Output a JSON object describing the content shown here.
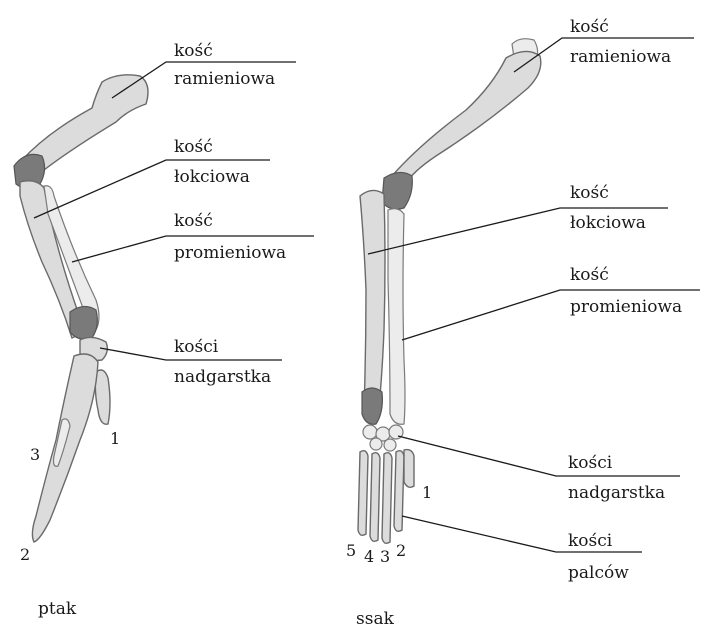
{
  "bird": {
    "caption": "ptak",
    "labels": {
      "humerus": [
        "kość",
        "ramieniowa"
      ],
      "ulna": [
        "kość",
        "łokciowa"
      ],
      "radius": [
        "kość",
        "promieniowa"
      ],
      "carpals": [
        "kości",
        "nadgarstka"
      ]
    },
    "digits": [
      "1",
      "2",
      "3"
    ]
  },
  "mammal": {
    "caption": "ssak",
    "labels": {
      "humerus": [
        "kość",
        "ramieniowa"
      ],
      "ulna": [
        "kość",
        "łokciowa"
      ],
      "radius": [
        "kość",
        "promieniowa"
      ],
      "carpals": [
        "kości",
        "nadgarstka"
      ],
      "phalanges": [
        "kości",
        "palców"
      ]
    },
    "digits": [
      "1",
      "2",
      "3",
      "4",
      "5"
    ]
  }
}
